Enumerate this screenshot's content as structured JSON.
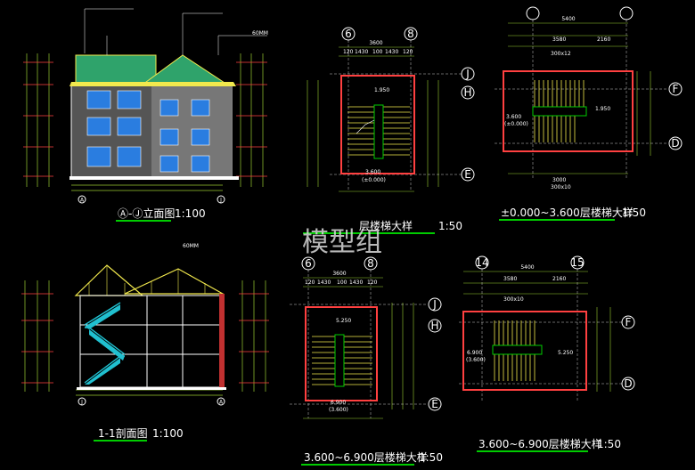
{
  "watermark": "模型组",
  "drawings": {
    "elevation": {
      "title": "Ⓐ-Ⓙ立面图",
      "scale": "1:100",
      "dim_note": "60MM",
      "grid_left": "A",
      "grid_right": "J"
    },
    "section": {
      "title": "1-1剖面图",
      "scale": "1:100",
      "dim_note": "60MM",
      "grid_left": "J",
      "grid_right": "A"
    },
    "stair_1": {
      "title": "层楼梯大样",
      "scale": "1:50",
      "axes_top": [
        "6",
        "8"
      ],
      "axes_right": [
        "J",
        "H",
        "E"
      ],
      "dims": {
        "overall": "3600",
        "parts": [
          "120",
          "1430",
          "100",
          "1430",
          "120"
        ],
        "level_a": "1.950",
        "level_b": "3.600",
        "level_c": "(±0.000)"
      }
    },
    "stair_2": {
      "title": "±0.000~3.600层楼梯大样",
      "scale": "1:50",
      "axes_right": [
        "F",
        "D"
      ],
      "dims": {
        "overall": "5400",
        "a": "3580",
        "b": "2160",
        "c": "300x12",
        "d": "3000",
        "e": "300x10",
        "level_a": "1.950",
        "level_b": "3.600",
        "level_c": "(±0.000)"
      }
    },
    "stair_3": {
      "title": "3.600~6.900层楼梯大样",
      "scale": "1:50",
      "axes_top": [
        "6",
        "8"
      ],
      "axes_right": [
        "J",
        "H",
        "E"
      ],
      "dims": {
        "overall": "3600",
        "parts": [
          "120",
          "1430",
          "100",
          "1430",
          "120"
        ],
        "level_a": "5.250",
        "level_b": "6.900",
        "level_c": "(3.600)"
      }
    },
    "stair_4": {
      "title": "3.600~6.900层楼梯大样",
      "scale": "1:50",
      "axes_top": [
        "14",
        "15"
      ],
      "axes_right": [
        "F",
        "D"
      ],
      "dims": {
        "overall": "5400",
        "a": "3580",
        "b": "2160",
        "c": "300x10",
        "level_a": "5.250",
        "level_b": "6.900",
        "level_c": "(3.600)"
      }
    }
  },
  "colors": {
    "background": "#000000",
    "title": "#ffffff",
    "underline": "#00cc00",
    "outline": "#ffffff",
    "stair": "#f2e94d",
    "dim": "#9acd32",
    "axis": "#ffffff",
    "wall": "#ff4040",
    "roof": "#2fa36b",
    "window": "#2a7de0",
    "brick": "#888888",
    "cyan": "#20c0d0"
  }
}
